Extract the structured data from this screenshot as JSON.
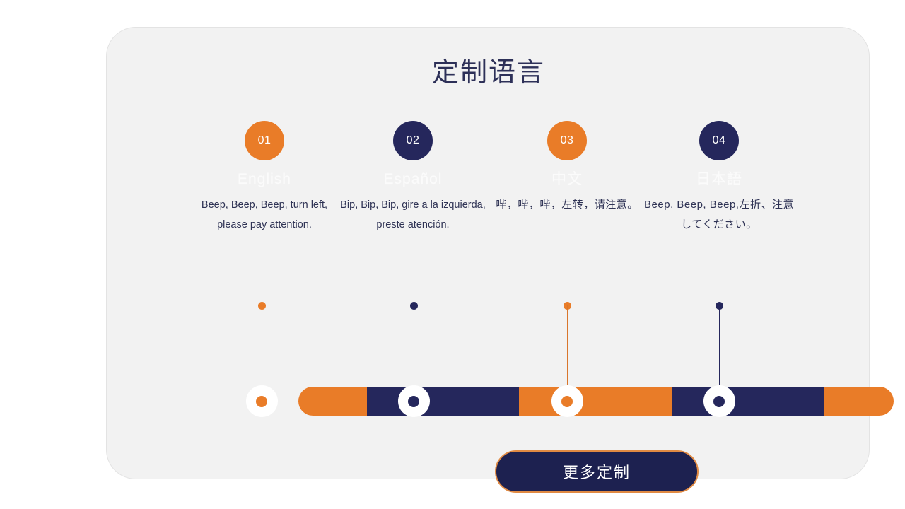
{
  "card": {
    "title": "定制语言",
    "background_color": "#f2f2f2"
  },
  "theme": {
    "orange": "#e97c28",
    "navy": "#25275c",
    "title_color": "#2d3058",
    "text_color": "#2f3355",
    "faded_label_color": "#fbfbfb",
    "page_background": "#ffffff"
  },
  "steps": [
    {
      "number": "01",
      "color": "orange",
      "language": "English",
      "description": "Beep, Beep, Beep, turn left, please pay attention."
    },
    {
      "number": "02",
      "color": "navy",
      "language": "Español",
      "description": "Bip, Bip, Bip, gire a la izquierda, preste atención."
    },
    {
      "number": "03",
      "color": "orange",
      "language": "中文",
      "description": "哔，哔，哔，左转，请注意。"
    },
    {
      "number": "04",
      "color": "navy",
      "language": "日本語",
      "description": "Beep, Beep, Beep,左折、注意してください。"
    }
  ],
  "progress_bar": {
    "segments": [
      {
        "color": "orange"
      },
      {
        "color": "navy"
      },
      {
        "color": "orange"
      },
      {
        "color": "navy"
      },
      {
        "color": "orange"
      }
    ],
    "markers": [
      {
        "color": "orange"
      },
      {
        "color": "navy"
      },
      {
        "color": "orange"
      },
      {
        "color": "navy"
      }
    ]
  },
  "cta": {
    "label": "更多定制",
    "fill_color": "#1d2150",
    "border_color": "#e08a43"
  }
}
